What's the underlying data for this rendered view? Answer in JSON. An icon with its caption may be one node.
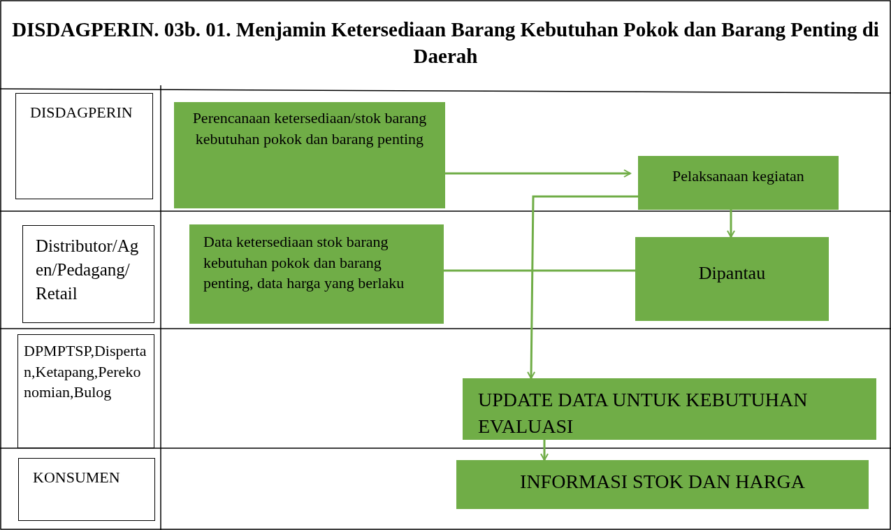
{
  "diagram": {
    "title": "DISDAGPERIN. 03b. 01. Menjamin Ketersediaan Barang Kebutuhan Pokok dan Barang Penting di Daerah",
    "nodes": [
      {
        "text": [
          "DISDAGPERIN"
        ]
      },
      {
        "text": [
          "Distributor/Agen/Pedagang/Retail"
        ]
      },
      {
        "text": [
          "DPMPTSP,Dispertan,Ketapang,Perekonomian,Bulog"
        ]
      },
      {
        "text": [
          "KONSUMEN"
        ]
      },
      {
        "text": [
          "Perencanaan ketersediaan/stok barang kebutuhan pokok dan barang penting"
        ]
      },
      {
        "text": [
          "Pelaksanaan kegiatan"
        ]
      },
      {
        "text": [
          "Data ketersediaan stok barang kebutuhan pokok dan barang penting, data harga yang berlaku"
        ]
      },
      {
        "text": [
          "Dipantau"
        ]
      },
      {
        "text": [
          "UPDATE DATA UNTUK KEBUTUHAN EVALUASI"
        ]
      },
      {
        "text": [
          "INFORMASI STOK DAN HARGA"
        ]
      }
    ],
    "edges": [
      {
        "from": 4,
        "to": 5,
        "arrow": "to"
      },
      {
        "from": 5,
        "to": 7,
        "arrow": "to"
      },
      {
        "from": 6,
        "to": 7,
        "arrow": "none"
      },
      {
        "from": 5,
        "to": 8,
        "arrow": "to"
      },
      {
        "from": 8,
        "to": 9,
        "arrow": "to"
      }
    ]
  }
}
